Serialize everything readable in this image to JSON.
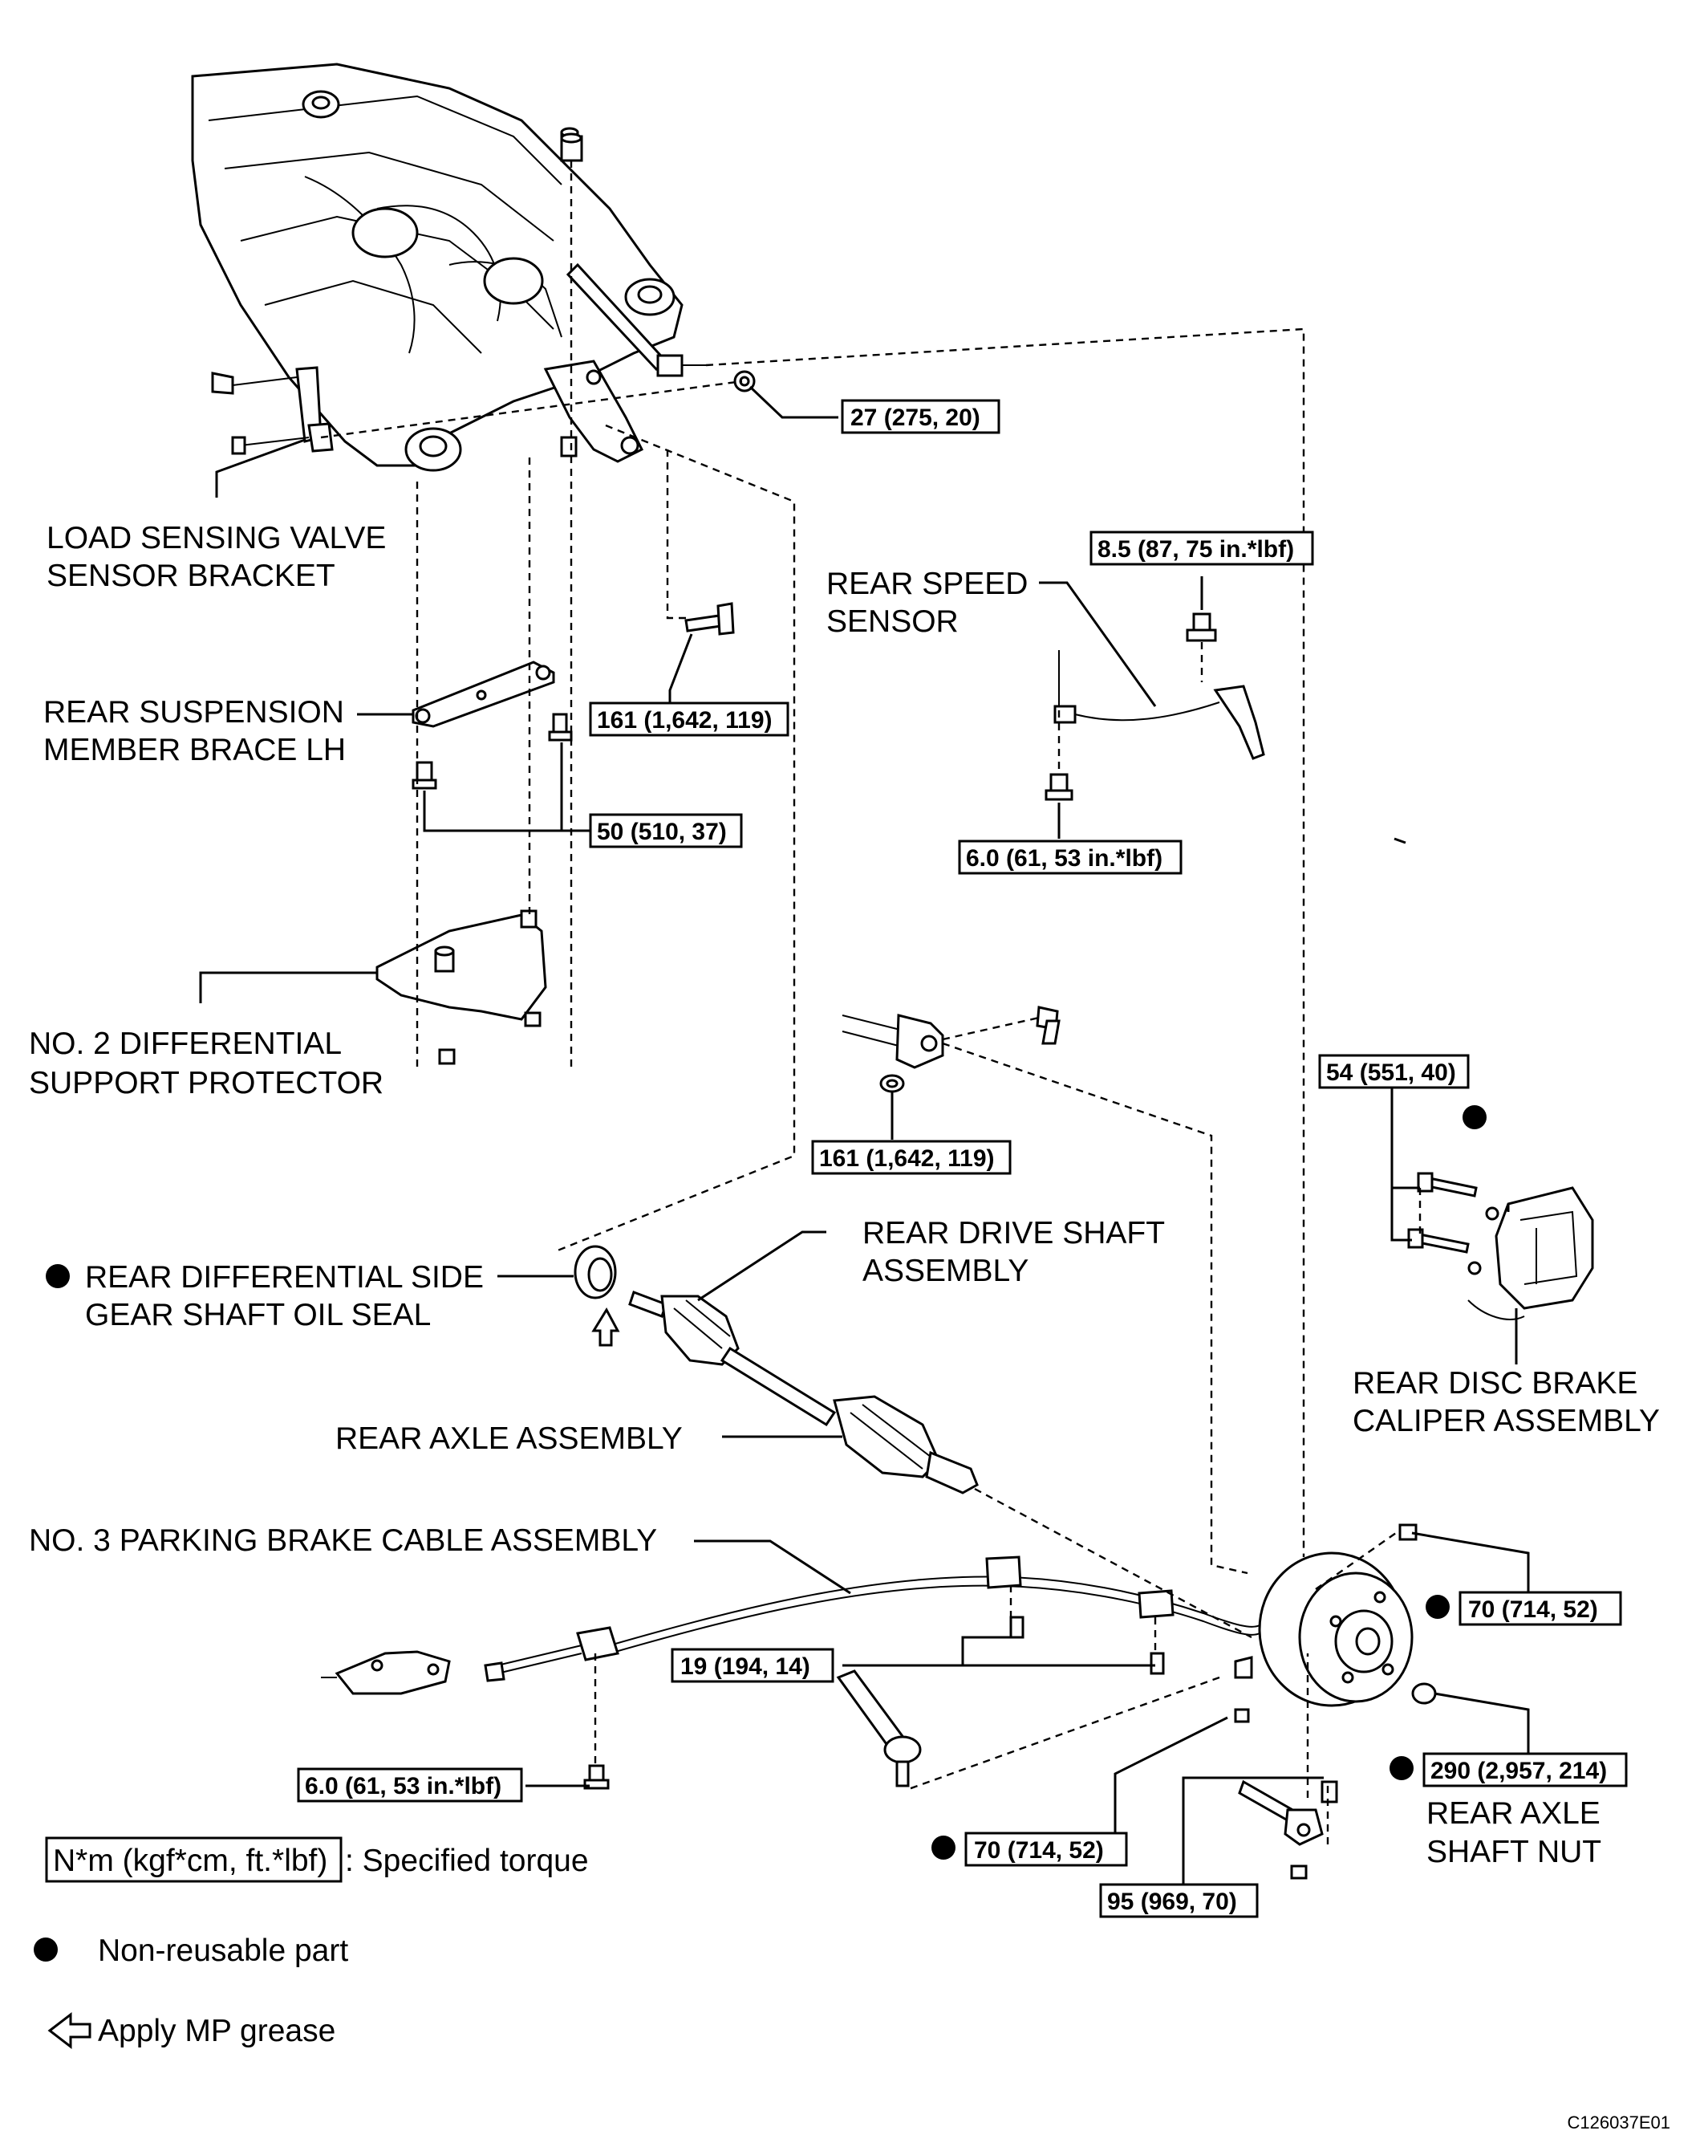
{
  "figure_code": "C126037E01",
  "labels": {
    "load_sensing_bracket": [
      "LOAD SENSING VALVE",
      "SENSOR BRACKET"
    ],
    "rear_suspension_brace": [
      "REAR SUSPENSION",
      "MEMBER BRACE LH"
    ],
    "diff_support_protector": [
      "NO. 2 DIFFERENTIAL",
      "SUPPORT PROTECTOR"
    ],
    "rear_speed_sensor": [
      "REAR SPEED",
      "SENSOR"
    ],
    "oil_seal": [
      "REAR DIFFERENTIAL SIDE",
      "GEAR SHAFT OIL SEAL"
    ],
    "drive_shaft": [
      "REAR DRIVE SHAFT",
      "ASSEMBLY"
    ],
    "rear_axle": "REAR AXLE ASSEMBLY",
    "parking_brake_cable": "NO. 3 PARKING BRAKE CABLE ASSEMBLY",
    "brake_caliper": [
      "REAR DISC BRAKE",
      "CALIPER ASSEMBLY"
    ],
    "axle_shaft_nut": [
      "REAR AXLE",
      "SHAFT NUT"
    ]
  },
  "torques": {
    "t27": "27 (275, 20)",
    "t85": "8.5 (87, 75 in.*lbf)",
    "t161_upper": "161 (1,642, 119)",
    "t50": "50 (510, 37)",
    "t6_sensor": "6.0 (61, 53 in.*lbf)",
    "t161_lower": "161 (1,642, 119)",
    "t54": "54 (551, 40)",
    "t70_right": "70 (714, 52)",
    "t19": "19 (194, 14)",
    "t290": "290 (2,957, 214)",
    "t6_cable": "6.0 (61, 53 in.*lbf)",
    "t70_bottom": "70 (714, 52)",
    "t95": "95 (969, 70)"
  },
  "legend": {
    "torque_unit": "N*m (kgf*cm, ft.*lbf)",
    "torque_text": ": Specified torque",
    "non_reusable": "Non-reusable part",
    "grease": "Apply MP grease"
  }
}
